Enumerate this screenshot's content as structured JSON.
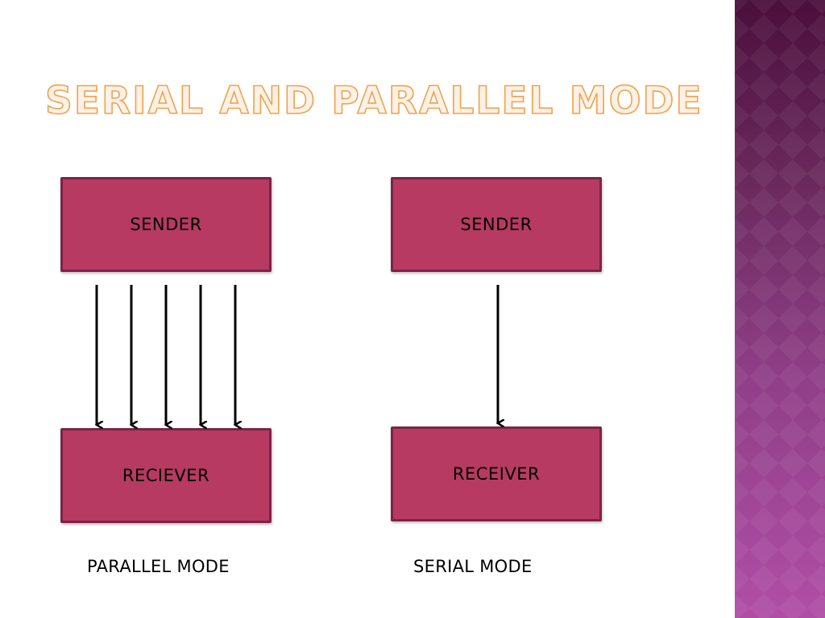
{
  "slide": {
    "title": "Serial and Parallel Mode"
  },
  "parallel": {
    "sender_label": "SENDER",
    "receiver_label": "RECIEVER",
    "caption": "PARALLEL MODE",
    "wire_count": 5
  },
  "serial": {
    "sender_label": "SENDER",
    "receiver_label": "RECEIVER",
    "caption": "SERIAL MODE",
    "wire_count": 1
  },
  "colors": {
    "box_fill": "#b73a62",
    "box_border": "#7c2447",
    "title_fill": "#fbf1e6",
    "title_outline": "#f0a24e",
    "side_band_top": "#4b0f3c",
    "side_band_bottom": "#b04ea6"
  }
}
